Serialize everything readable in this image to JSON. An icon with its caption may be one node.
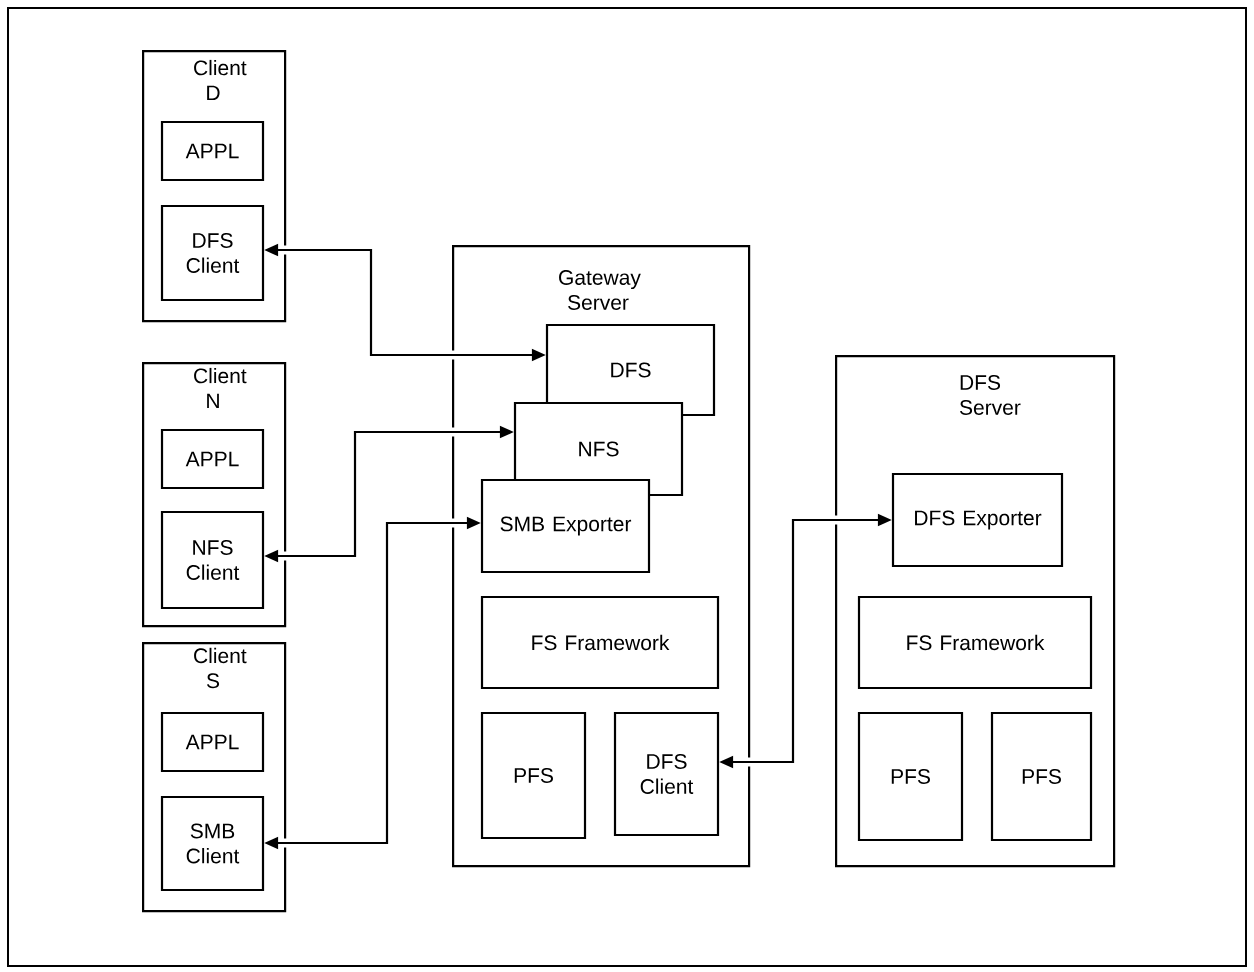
{
  "diagram": {
    "nodes": [
      {
        "text": [
          "Client D"
        ]
      },
      {
        "text": [
          "APPL"
        ],
        "in": 0
      },
      {
        "text": [
          "DFS Client"
        ],
        "in": 0
      },
      {
        "text": [
          "Client N"
        ]
      },
      {
        "text": [
          "APPL"
        ],
        "in": 3
      },
      {
        "text": [
          "NFS Client"
        ],
        "in": 3
      },
      {
        "text": [
          "Client S"
        ]
      },
      {
        "text": [
          "APPL"
        ],
        "in": 6
      },
      {
        "text": [
          "SMB Client"
        ],
        "in": 6
      },
      {
        "text": [
          "Gateway Server"
        ]
      },
      {
        "text": [
          "DFS"
        ],
        "in": 9
      },
      {
        "text": [
          "NFS"
        ],
        "in": 9
      },
      {
        "text": [
          "SMB Exporter"
        ],
        "in": 9
      },
      {
        "text": [
          "FS Framework"
        ],
        "in": 9
      },
      {
        "text": [
          "PFS"
        ],
        "in": 9
      },
      {
        "text": [
          "DFS Client"
        ],
        "in": 9
      },
      {
        "text": [
          "DFS Server"
        ]
      },
      {
        "text": [
          "DFS Exporter"
        ],
        "in": 16
      },
      {
        "text": [
          "FS Framework"
        ],
        "in": 16
      },
      {
        "text": [
          "PFS"
        ],
        "in": 16
      },
      {
        "text": [
          "PFS"
        ],
        "in": 16
      }
    ],
    "edges": [
      {
        "from": 2,
        "to": 10,
        "arrow": "both"
      },
      {
        "from": 5,
        "to": 11,
        "arrow": "both"
      },
      {
        "from": 8,
        "to": 12,
        "arrow": "both"
      },
      {
        "from": 15,
        "to": 17,
        "arrow": "both"
      }
    ]
  }
}
